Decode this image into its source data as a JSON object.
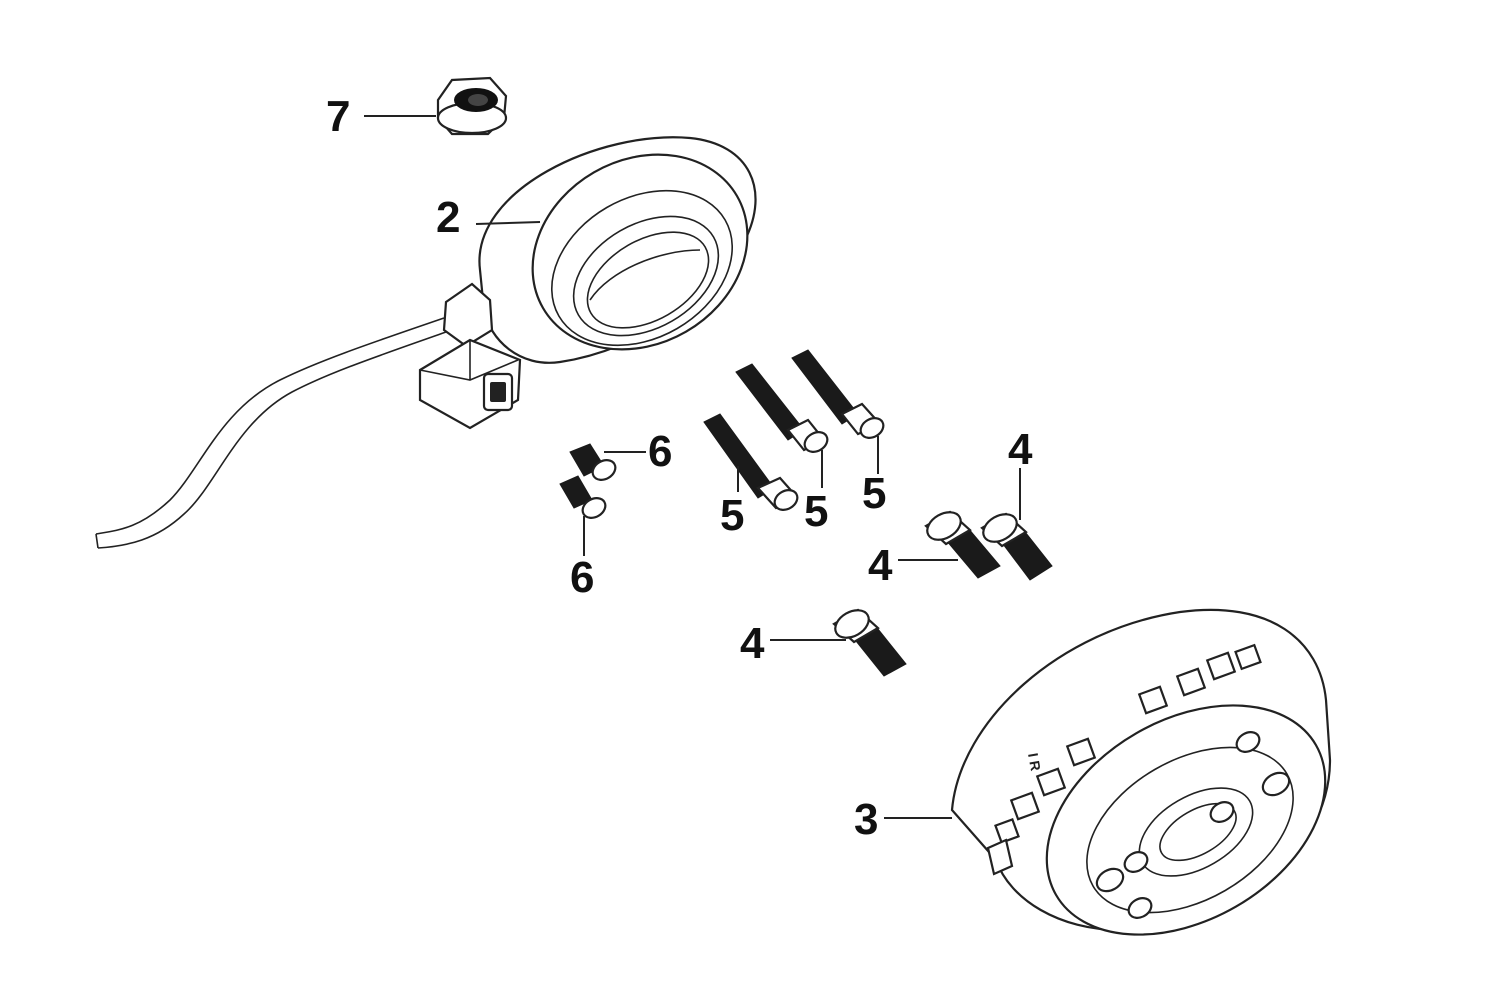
{
  "diagram": {
    "callouts": {
      "c7": "7",
      "c2": "2",
      "c6a": "6",
      "c6b": "6",
      "c5a": "5",
      "c5b": "5",
      "c5c": "5",
      "c4a": "4",
      "c4b": "4",
      "c4c": "4",
      "c3": "3"
    },
    "stamp_mark": "I R"
  }
}
